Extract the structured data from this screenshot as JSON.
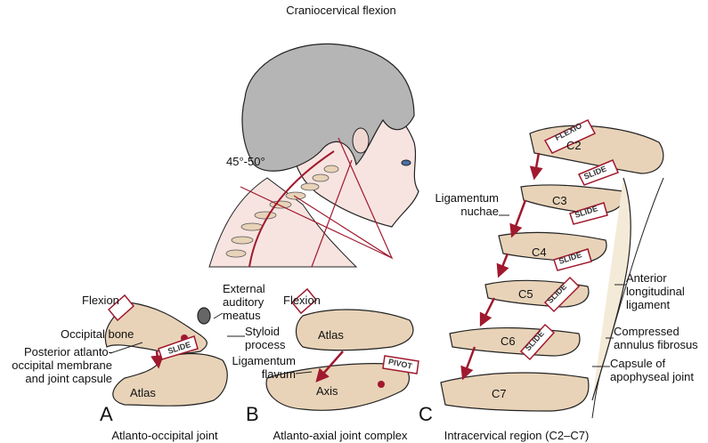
{
  "title": "Craniocervical flexion",
  "angle_label": "45°-50°",
  "panel_a": {
    "letter": "A",
    "caption": "Atlanto-occipital joint",
    "flexion": "Flexion",
    "external_auditory_meatus": [
      "External",
      "auditory",
      "meatus"
    ],
    "occipital_bone": "Occipital bone",
    "styloid_process": [
      "Styloid",
      "process"
    ],
    "posterior_membrane": [
      "Posterior atlanto-",
      "occipital membrane",
      "and joint capsule"
    ],
    "atlas": "Atlas",
    "slide": "SLIDE"
  },
  "panel_b": {
    "letter": "B",
    "caption": "Atlanto-axial joint complex",
    "flexion": "Flexion",
    "atlas": "Atlas",
    "ligamentum_flavum": [
      "Ligamentum",
      "flavum"
    ],
    "axis": "Axis",
    "pivot": "PIVOT"
  },
  "panel_c": {
    "letter": "C",
    "caption": "Intracervical region (C2–C7)",
    "flexio": "FLEXIO",
    "ligamentum_nuchae": [
      "Ligamentum",
      "nuchae"
    ],
    "vertebrae": [
      "C2",
      "C3",
      "C4",
      "C5",
      "C6",
      "C7"
    ],
    "slide": "SLIDE",
    "anterior_ligament": [
      "Anterior",
      "longitudinal",
      "ligament"
    ],
    "annulus": [
      "Compressed",
      "annulus fibrosus"
    ],
    "capsule": [
      "Capsule of",
      "apophyseal joint"
    ]
  },
  "colors": {
    "bone": "#e8d3b8",
    "arrow": "#a0192e",
    "hair": "#b5b5b5",
    "skin": "#f7e4e0"
  }
}
